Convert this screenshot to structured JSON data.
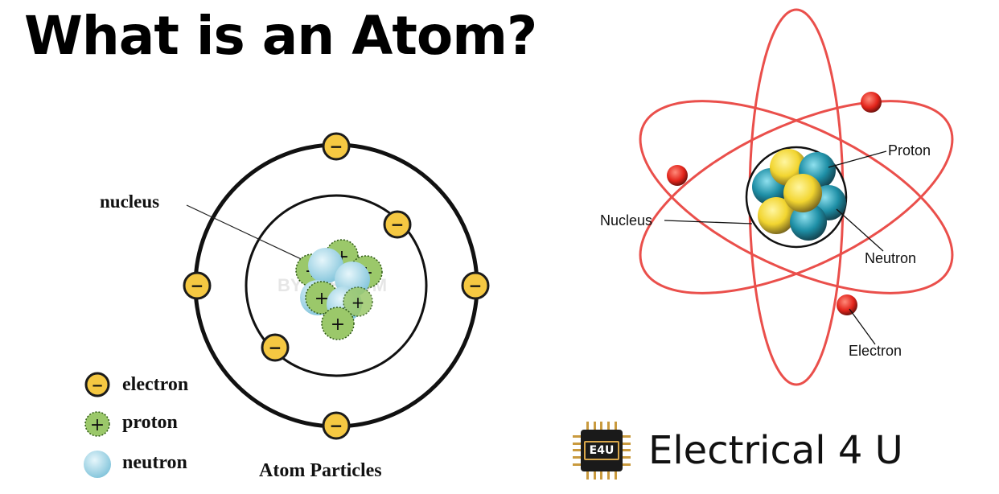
{
  "title": "What is an Atom?",
  "left_diagram": {
    "caption": "Atom Particles",
    "nucleus_label": "nucleus",
    "watermark": "BYJU'S.COM",
    "electron_symbol": "−",
    "proton_symbol": "+",
    "legend": {
      "electron": "electron",
      "proton": "proton",
      "neutron": "neutron"
    }
  },
  "right_diagram": {
    "labels": {
      "proton": "Proton",
      "nucleus": "Nucleus",
      "neutron": "Neutron",
      "electron": "Electron"
    }
  },
  "brand": {
    "logo_text": "E4U",
    "name": "Electrical 4 U"
  },
  "colors": {
    "electron_fill": "#f5c842",
    "electron_stroke": "#1b1b1b",
    "proton_fill": "#9bc86a",
    "neutron_fill": "#a9d9e8",
    "orbit_red": "#ea4f4b",
    "proton_yellow": "#f2d530",
    "neutron_teal": "#1e8fa6",
    "electron_red": "#e2231a"
  }
}
